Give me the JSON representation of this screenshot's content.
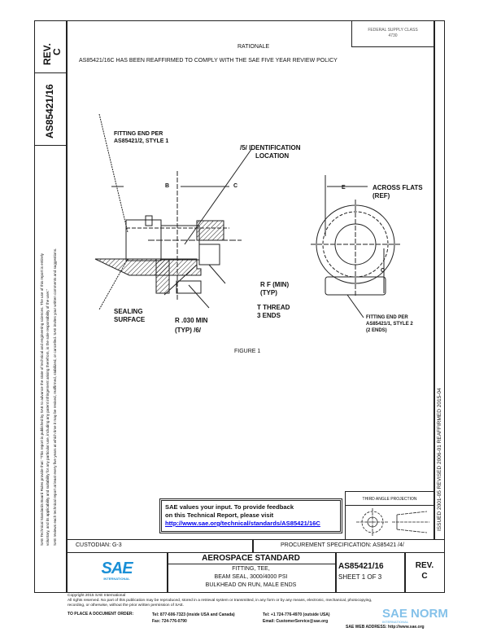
{
  "side": {
    "rev_label": "REV.",
    "rev_value": "C",
    "doc_number": "AS85421/16",
    "disclaimer_1": "SAE Technical Standards Board Rules provide that: \"This report is published by SAE to advance the state of technical and engineering sciences. The use of this report is entirely",
    "disclaimer_2": "voluntary, and its applicability and suitability for any particular use, including any patent infringement arising therefrom, is the sole responsibility of the user.\"",
    "disclaimer_3": "SAE reviews each technical report at least every five years at which time it may be revised, reaffirmed, stabilized, or cancelled. SAE invites your written comments and suggestions."
  },
  "header": {
    "fsc": "FEDERAL SUPPLY CLASS",
    "fsc_value": "4730",
    "rationale_title": "RATIONALE",
    "rationale_text": "AS85421/16C HAS BEEN REAFFIRMED TO COMPLY WITH THE SAE FIVE YEAR REVIEW POLICY"
  },
  "drawing": {
    "fitting_end_1": [
      "FITTING END PER",
      "AS85421/2, STYLE 1"
    ],
    "identification": [
      "/5/  IDENTIFICATION",
      "LOCATION"
    ],
    "dim_b": "B",
    "dim_c": "C",
    "dim_e": "E",
    "across_flats": [
      "ACROSS FLATS",
      "(REF)"
    ],
    "dim_c2": "C",
    "rf": [
      "R F (MIN)",
      "(TYP)"
    ],
    "thread": [
      "T THREAD",
      "3 ENDS"
    ],
    "sealing": [
      "SEALING",
      "SURFACE"
    ],
    "radius": [
      "R .030 MIN",
      "(TYP)  /6/"
    ],
    "fitting_end_2": [
      "FITTING END PER",
      "AS85421/1, STYLE 2",
      "(2 ENDS)"
    ],
    "figure": "FIGURE 1"
  },
  "dates": "ISSUED 2001-05   REVISED 2006-01   REAFFIRMED 2015-04",
  "feedback": {
    "line1": "SAE values your input. To provide feedback",
    "line2": "on this Technical Report, please visit",
    "link": "http://www.sae.org/technical/standards/AS85421/16C"
  },
  "projection": {
    "title": "THIRD ANGLE PROJECTION"
  },
  "custodian": "CUSTODIAN: G-3",
  "procurement": "PROCUREMENT SPECIFICATION: AS85421 /4/",
  "title_block": {
    "logo": "SAE",
    "logo_sub": "INTERNATIONAL",
    "heading": "AEROSPACE STANDARD",
    "desc": [
      "FITTING, TEE,",
      "BEAM SEAL, 3000/4000 PSI",
      "BULKHEAD ON RUN, MALE ENDS"
    ],
    "doc_number": "AS85421/16",
    "sheet": "SHEET 1 OF 3",
    "rev_label": "REV.",
    "rev_value": "C"
  },
  "footer": {
    "copyright": "Copyright 2015 SAE International",
    "rights": "All rights reserved. No part of this publication may be reproduced, stored in a retrieval system or transmitted, in any form or by any means, electronic, mechanical, photocopying,",
    "rights2": "recording, or otherwise, without the prior written permission of SAE.",
    "order_label": "TO PLACE A DOCUMENT ORDER:",
    "tel_us": "Tel: 877-606-7323 (inside USA and Canada)",
    "fax": "Fax: 724-776-0790",
    "tel_intl": "Tel: +1 724-776-4970 (outside USA)",
    "email": "Email: CustomerService@sae.org",
    "web": "SAE WEB ADDRESS: http://www.sae.org"
  },
  "watermark": {
    "text": "SAE NORM",
    "sub": "INTERNATIONAL"
  },
  "colors": {
    "sae_blue": "#1a8fd6",
    "link": "#0000ee"
  }
}
